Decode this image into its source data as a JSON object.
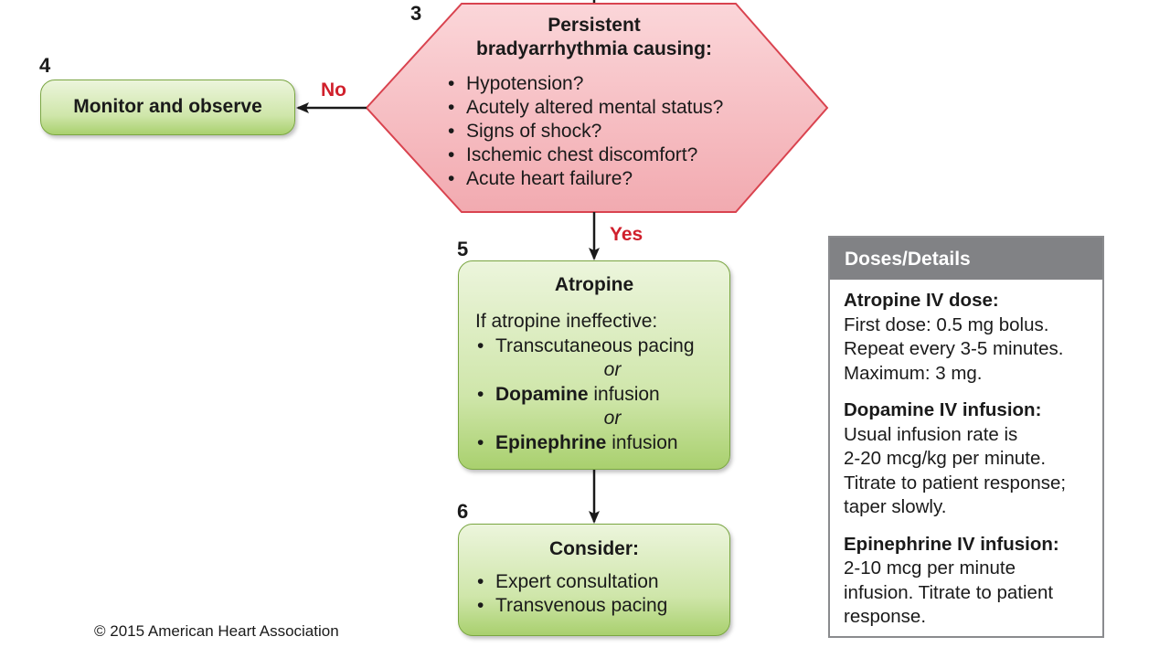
{
  "steps": {
    "decision": {
      "number": "3",
      "title_line1": "Persistent",
      "title_line2": "bradyarrhythmia causing:",
      "items": [
        "Hypotension?",
        "Acutely altered mental status?",
        "Signs of shock?",
        "Ischemic chest discomfort?",
        "Acute heart failure?"
      ]
    },
    "monitor": {
      "number": "4",
      "label": "Monitor and observe"
    },
    "atropine": {
      "number": "5",
      "title": "Atropine",
      "intro": "If atropine ineffective:",
      "item1": "Transcutaneous pacing",
      "or1": "or",
      "item2_bold": "Dopamine",
      "item2_rest": " infusion",
      "or2": "or",
      "item3_bold": "Epinephrine",
      "item3_rest": " infusion"
    },
    "consider": {
      "number": "6",
      "title": "Consider:",
      "items": [
        "Expert consultation",
        "Transvenous pacing"
      ]
    }
  },
  "answers": {
    "no": "No",
    "yes": "Yes"
  },
  "details": {
    "header": "Doses/Details",
    "sections": [
      {
        "title": "Atropine IV dose:",
        "lines": [
          "First dose: 0.5 mg bolus.",
          "Repeat every 3-5 minutes.",
          "Maximum: 3 mg."
        ]
      },
      {
        "title": "Dopamine IV infusion:",
        "lines": [
          "Usual infusion rate is",
          "2-20 mcg/kg per minute.",
          "Titrate to patient response;",
          "taper slowly."
        ]
      },
      {
        "title": "Epinephrine IV infusion:",
        "lines": [
          "2-10 mcg per minute",
          "infusion. Titrate to patient",
          "response."
        ]
      }
    ]
  },
  "copyright": "© 2015 American Heart Association",
  "colors": {
    "hexagon_fill": "#f6c0c4",
    "hexagon_border": "#d9434f",
    "answer_text": "#d0202c",
    "box_border": "#7aa642",
    "box_fill_top": "#ecf5dc",
    "box_fill_bottom": "#a9d06e",
    "details_header": "#818285"
  }
}
